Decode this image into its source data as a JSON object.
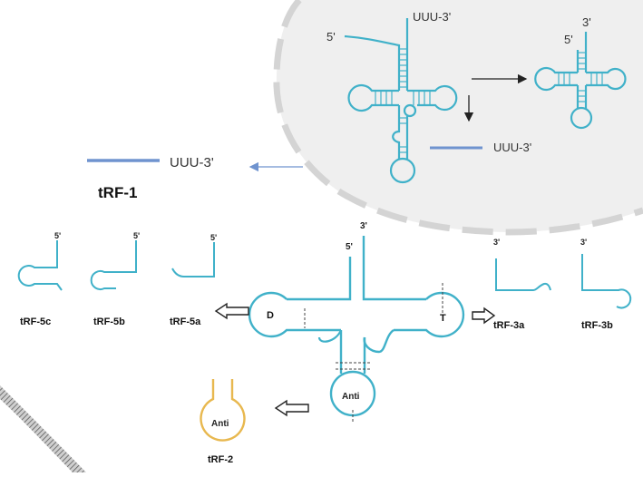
{
  "colors": {
    "trna": "#40b1c9",
    "fragment_bar": "#6f93cf",
    "trf2": "#e8b84f",
    "arrow": "#222222",
    "cell_bg": "#efefef",
    "dash": "#d8d8d8"
  },
  "top": {
    "five_prime": "5'",
    "uuu3_top": "UUU-3'",
    "mature_5": "5'",
    "mature_3": "3'",
    "uuu3_cleaved": "UUU-3'"
  },
  "trf1": {
    "tail": "UUU-3'",
    "name": "tRF-1"
  },
  "main_trna": {
    "five_prime": "5'",
    "three_prime": "3'",
    "d_loop": "D",
    "t_loop": "T",
    "anti_loop": "Anti"
  },
  "fragments_5": [
    {
      "name": "tRF-5c",
      "end": "5'"
    },
    {
      "name": "tRF-5b",
      "end": "5'"
    },
    {
      "name": "tRF-5a",
      "end": "5'"
    }
  ],
  "fragments_3": [
    {
      "name": "tRF-3a",
      "end": "3'"
    },
    {
      "name": "tRF-3b",
      "end": "3'"
    }
  ],
  "trf2": {
    "loop": "Anti",
    "name": "tRF-2"
  }
}
